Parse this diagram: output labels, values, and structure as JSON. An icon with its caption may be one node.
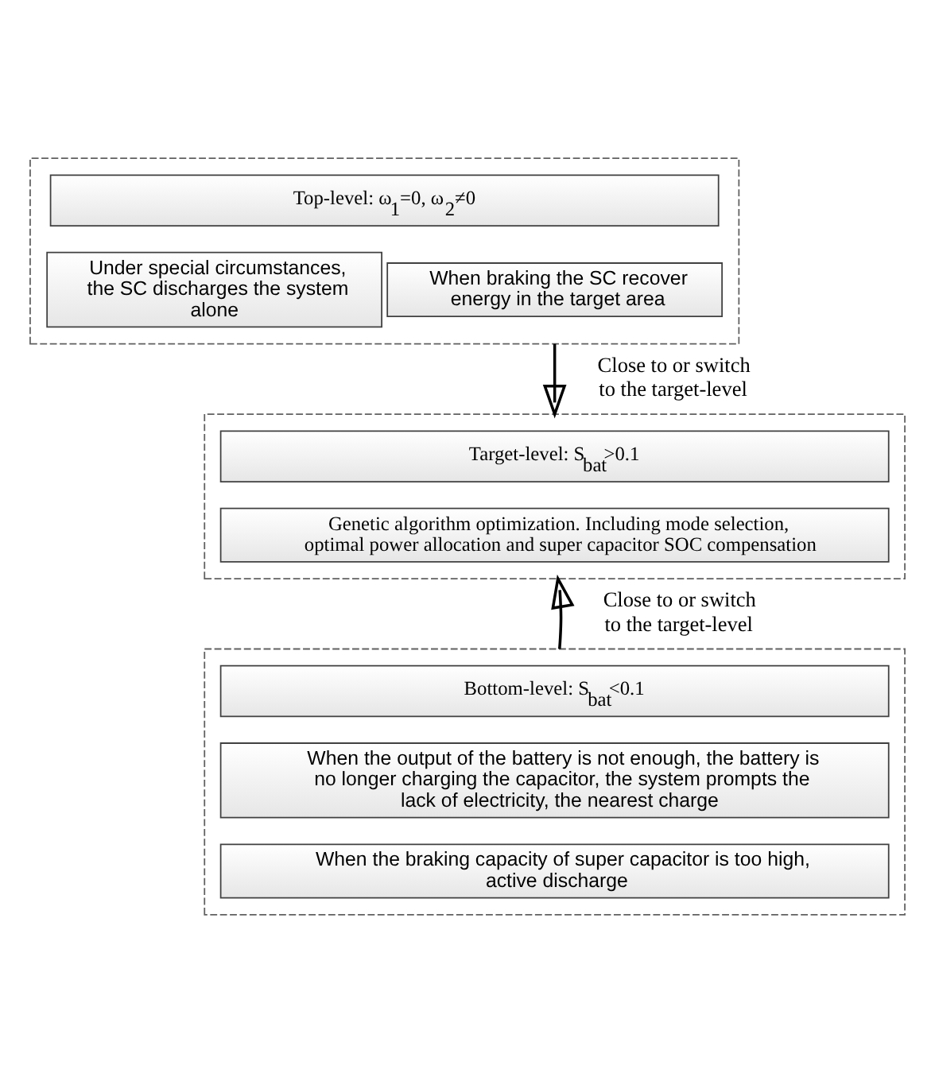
{
  "diagram": {
    "nodes": [
      {
        "text": [],
        "shape": "box"
      },
      {
        "text": [
          "Top-level: ω$_{1}$=0, ω$_{2}$≠0"
        ],
        "in": 0
      },
      {
        "text": [
          "Under special circumstances, the SC discharges the system alone"
        ],
        "in": 0
      },
      {
        "text": [
          "When braking the SC recover energy in the target area"
        ],
        "in": 0
      },
      {
        "text": [],
        "shape": "box"
      },
      {
        "text": [
          "Target-level: S$_{bat}$>0.1"
        ],
        "in": 4
      },
      {
        "text": [
          "Genetic algorithm optimization. Including mode selection, optimal power allocation and super capacitor SOC compensation"
        ],
        "in": 4
      },
      {
        "text": [],
        "shape": "box"
      },
      {
        "text": [
          "Bottom-level: S$_{bat}$<0.1"
        ],
        "in": 7
      },
      {
        "text": [
          "When the output of the battery is not enough, the battery is no longer charging the capacitor, the system prompts the lack of electricity, the nearest charge"
        ],
        "in": 7
      },
      {
        "text": [
          "When the braking capacity of super capacitor is too high, active discharge"
        ],
        "in": 7
      }
    ],
    "edges": [
      {
        "from": 0,
        "to": 4,
        "arrow": "to",
        "label": "Close to or switch to the target-level"
      },
      {
        "from": 7,
        "to": 4,
        "arrow": "to",
        "label": "Close to or switch to the target-level"
      }
    ]
  }
}
